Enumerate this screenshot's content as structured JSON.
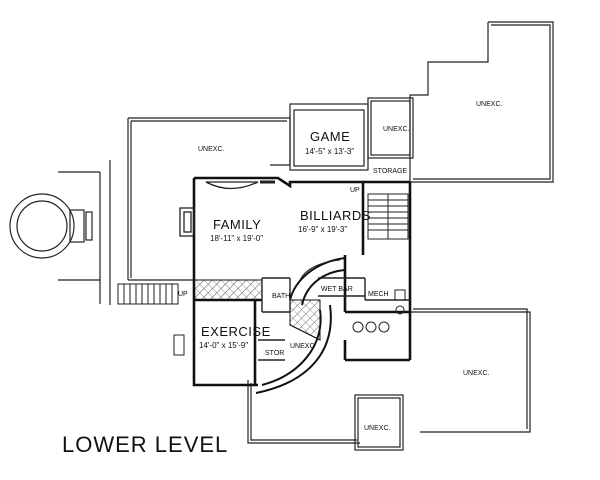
{
  "plan": {
    "title": "LOWER LEVEL",
    "rooms": {
      "game": {
        "name": "GAME",
        "dims": "14'-5\" x 13'-3\""
      },
      "family": {
        "name": "FAMILY",
        "dims": "18'-11\" x 19'-0\""
      },
      "billiards": {
        "name": "BILLIARDS",
        "dims": "16'-9\" x 19'-3\""
      },
      "exercise": {
        "name": "EXERCISE",
        "dims": "14'-0\" x 15'-9\""
      },
      "storage": {
        "name": "STORAGE"
      },
      "bath": {
        "name": "BATH"
      },
      "wet_bar": {
        "name": "WET BAR"
      },
      "mech": {
        "name": "MECH"
      },
      "stor": {
        "name": "STOR"
      },
      "unexc_small": {
        "name": "UNEXC"
      }
    },
    "unexcavated": {
      "left": "UNEXC.",
      "top_center": "UNEXC.",
      "top_right": "UNEXC.",
      "right": "UNEXC.",
      "bottom_center": "UNEXC."
    },
    "stair_labels": {
      "up_top": "UP",
      "up_left": "UP"
    }
  }
}
